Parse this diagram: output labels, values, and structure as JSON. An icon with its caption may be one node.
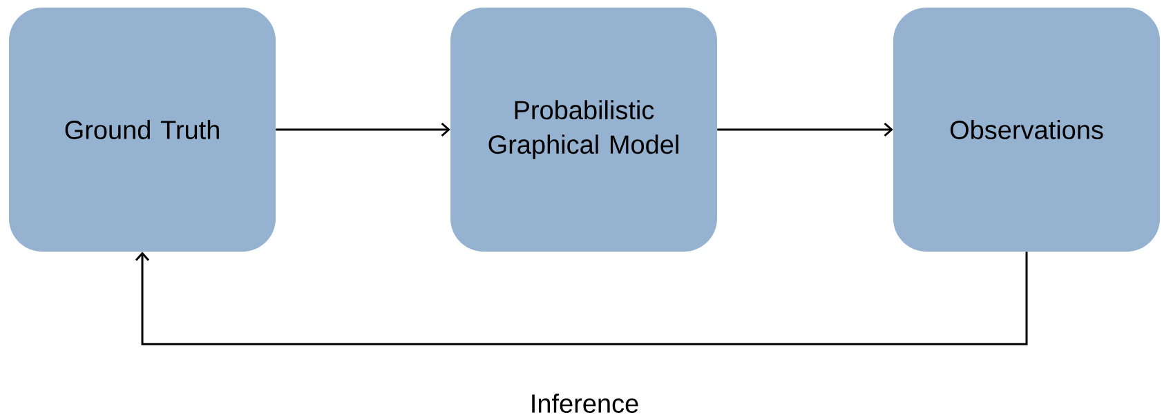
{
  "diagram": {
    "nodes": [
      {
        "text": [
          "Ground Truth"
        ]
      },
      {
        "text": [
          "Probabilistic Graphical Model"
        ]
      },
      {
        "text": [
          "Observations"
        ]
      }
    ],
    "edges": [
      {
        "from": 0,
        "to": 1,
        "arrow": "to"
      },
      {
        "from": 1,
        "to": 2,
        "arrow": "to"
      },
      {
        "from": 2,
        "to": 0,
        "arrow": "to",
        "label": "Inference"
      }
    ]
  }
}
